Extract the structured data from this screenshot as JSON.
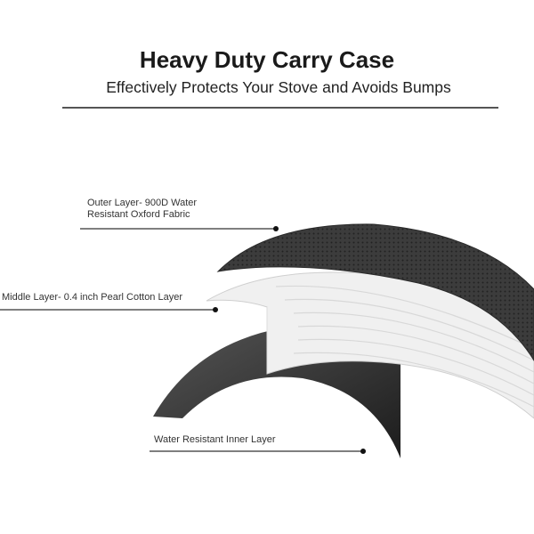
{
  "header": {
    "title": "Heavy Duty Carry Case",
    "subtitle": "Effectively Protects Your Stove and Avoids Bumps"
  },
  "layers": {
    "outer": {
      "line1": "Outer Layer- 900D Water",
      "line2": "Resistant Oxford Fabric",
      "color": "#3a3a3a"
    },
    "middle": {
      "label": "Middle Layer- 0.4 inch Pearl Cotton Layer",
      "color": "#f2f2f2"
    },
    "inner": {
      "label": "Water Resistant Inner Layer",
      "color": "#2e2e2e"
    }
  }
}
